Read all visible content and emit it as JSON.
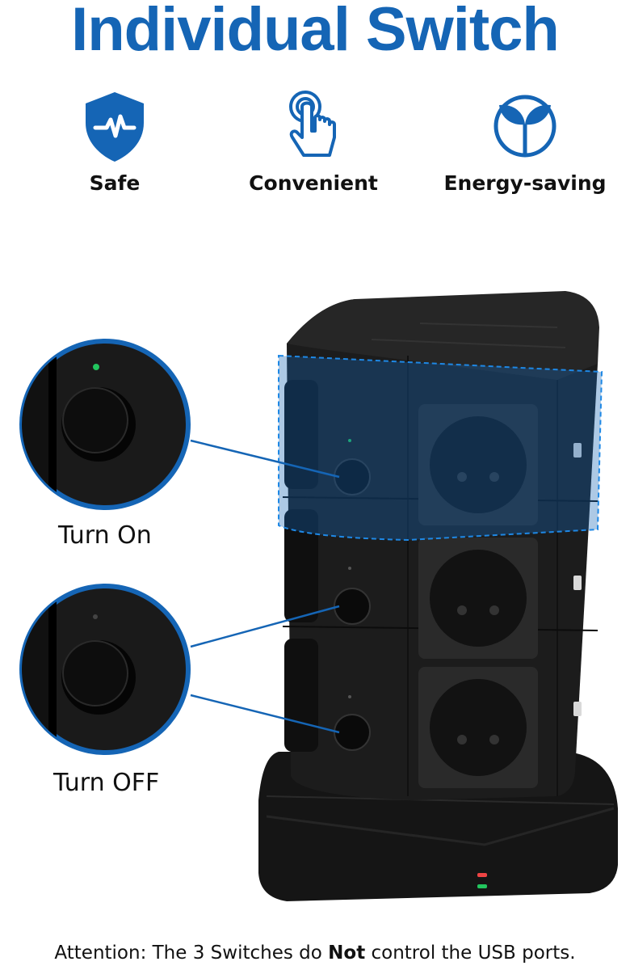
{
  "title": "Individual Switch",
  "features": [
    {
      "label": "Safe",
      "icon": "shield-pulse-icon"
    },
    {
      "label": "Convenient",
      "icon": "touch-hand-icon"
    },
    {
      "label": "Energy-saving",
      "icon": "sprout-icon"
    }
  ],
  "callouts": {
    "on_label": "Turn On",
    "off_label": "Turn OFF"
  },
  "attention": {
    "prefix": "Attention: The 3 Switches do ",
    "emphasis": "Not",
    "suffix": " control the USB  ports."
  },
  "colors": {
    "brand_blue": "#1565b5",
    "device_black": "#1a1a1a",
    "indicator_green": "#22c55e",
    "indicator_red": "#ef4444"
  }
}
